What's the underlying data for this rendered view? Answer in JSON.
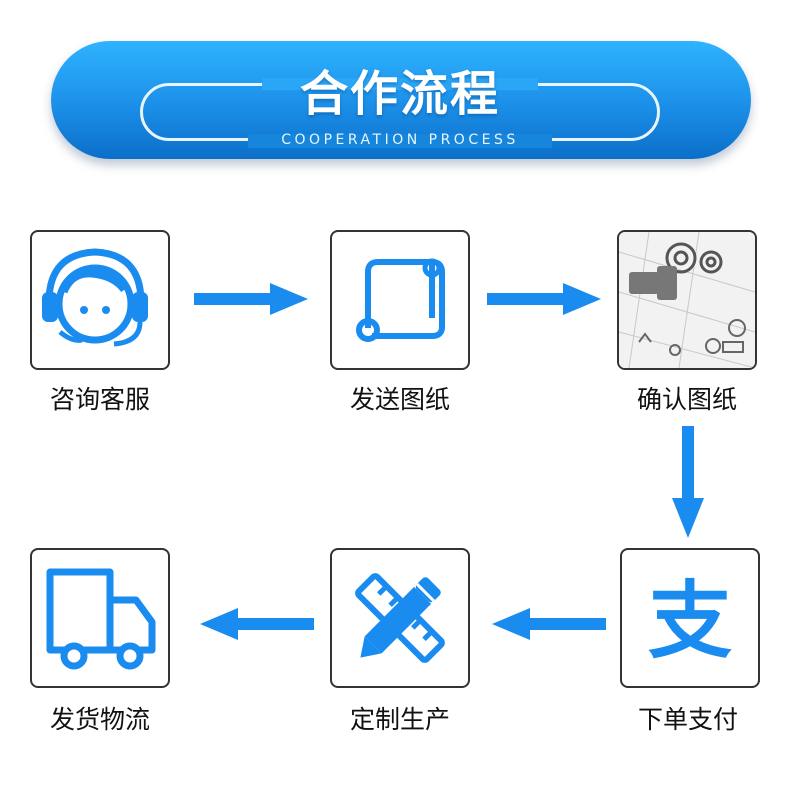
{
  "header": {
    "title": "合作流程",
    "subtitle": "COOPERATION PROCESS"
  },
  "steps": [
    {
      "label": "咨询客服",
      "icon": "headset-agent-icon"
    },
    {
      "label": "发送图纸",
      "icon": "drawing-scroll-icon"
    },
    {
      "label": "确认图纸",
      "icon": "gear-blueprint-icon"
    },
    {
      "label": "下单支付",
      "icon": "alipay-icon"
    },
    {
      "label": "定制生产",
      "icon": "pencil-ruler-icon"
    },
    {
      "label": "发货物流",
      "icon": "delivery-truck-icon"
    }
  ],
  "alipay_glyph": "支",
  "colors": {
    "accent": "#1a8cf0",
    "banner_top": "#2fb3ff",
    "banner_bottom": "#0b6fc9",
    "border": "#333333"
  }
}
